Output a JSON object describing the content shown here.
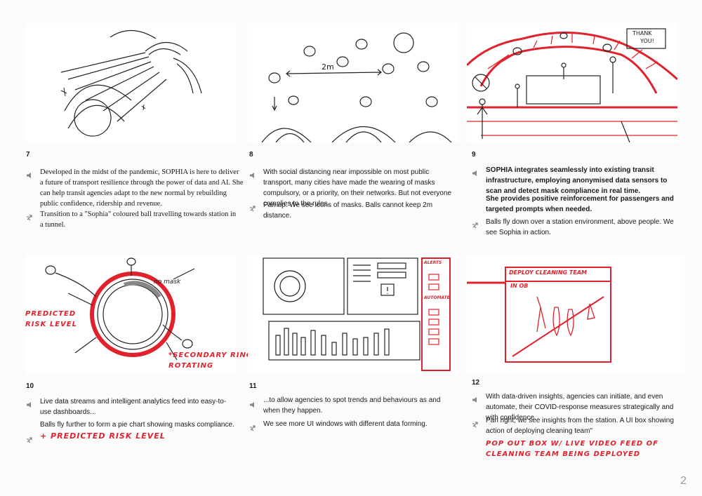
{
  "colors": {
    "accent": "#e0222c",
    "ink": "#1a1a1a",
    "page": "#fbfbfb"
  },
  "icons": {
    "audio": "speaker-icon",
    "action": "direction-icon"
  },
  "panels": [
    {
      "number": "7",
      "narration": "Developed in the midst of the pandemic, SOPHIA is here to deliver a future of transport resilience through the power of data and AI. She can help transit agencies adapt to the new normal by rebuilding public confidence, ridership and revenue.",
      "direction": "Transition to a \"Sophia\" coloured ball travelling towards station in a tunnel."
    },
    {
      "number": "8",
      "narration": "With social distancing near impossible on most public transport, many cities have made the wearing of masks compulsory, or a priority, on their networks. But not everyone complies to the rules.",
      "direction": "Pan up. We see icons of masks. Balls cannot keep 2m distance.",
      "sketch_label": "2m"
    },
    {
      "number": "9",
      "narration": "SOPHIA integrates seamlessly into existing transit infrastructure, employing anonymised data sensors to scan and detect mask compliance in real time.",
      "narration_2": "She provides positive reinforcement for passengers and targeted prompts when needed.",
      "direction": "Balls fly down over a station environment, above people. We see Sophia in action.",
      "sketch_label_line1": "THANK",
      "sketch_label_line2": "YOU!"
    },
    {
      "number": "10",
      "narration": "Live data streams and intelligent analytics feed into easy-to-use dashboards...",
      "direction": "Balls fly further to form a pie chart showing masks compliance.",
      "note": "+ PREDICTED RISK LEVEL",
      "sketch_label": "no mask",
      "annotation_1": "PREDICTED RISK LEVEL",
      "annotation_2": "*SECONDARY RING ROTATING"
    },
    {
      "number": "11",
      "narration": "...to allow agencies to spot trends and behaviours as and when they happen.",
      "direction": "We see more UI windows with different data forming.",
      "sketch_label_1": "ALERTS",
      "sketch_label_2": "AUTOMATE"
    },
    {
      "number": "12",
      "narration": "With data-driven insights, agencies can initiate, and even automate, their COVID-response measures strategically and with confidence.",
      "direction": "Pan right, we see insights from the station. A UI box showing action of deploying cleaning team\"",
      "note": "POP OUT BOX W/ LIVE VIDEO FEED OF CLEANING TEAM BEING DEPLOYED",
      "sketch_label": "DEPLOY CLEANING TEAM",
      "sketch_label_2": "IN OB"
    }
  ],
  "page_number": "2"
}
